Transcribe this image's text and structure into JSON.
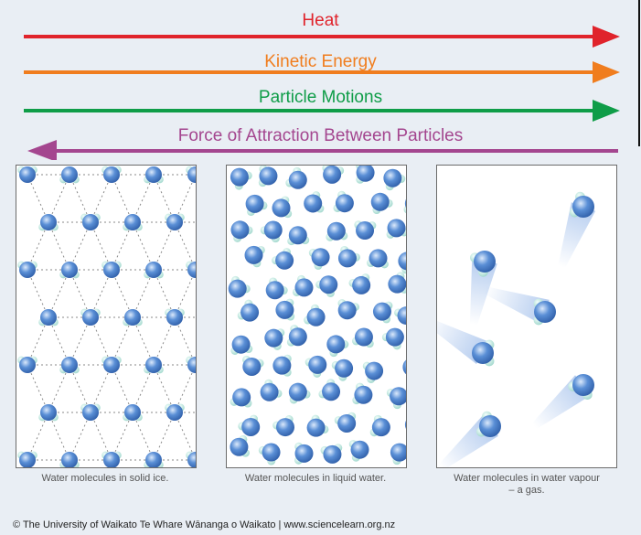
{
  "arrows": [
    {
      "label": "Heat",
      "color": "#e0232b",
      "direction": "right"
    },
    {
      "label": "Kinetic Energy",
      "color": "#f07d1e",
      "direction": "right"
    },
    {
      "label": "Particle Motions",
      "color": "#0f9d48",
      "direction": "right"
    },
    {
      "label": "Force of Attraction Between Particles",
      "color": "#a4468f",
      "direction": "left"
    }
  ],
  "panels": [
    {
      "state": "solid",
      "caption_lines": [
        "Water molecules in solid ice."
      ]
    },
    {
      "state": "liquid",
      "caption_lines": [
        "Water molecules in liquid water."
      ]
    },
    {
      "state": "gas",
      "caption_lines": [
        "Water molecules in water vapour",
        "– a gas."
      ]
    }
  ],
  "credit": "© The University of Waikato Te Whare Wānanga o Waikato | www.sciencelearn.org.nz",
  "colors": {
    "oxygen": "#5a8fd6",
    "hydrogen": "#bfe7df",
    "bond": "#8a8a8a",
    "background": "#e9eef4"
  }
}
